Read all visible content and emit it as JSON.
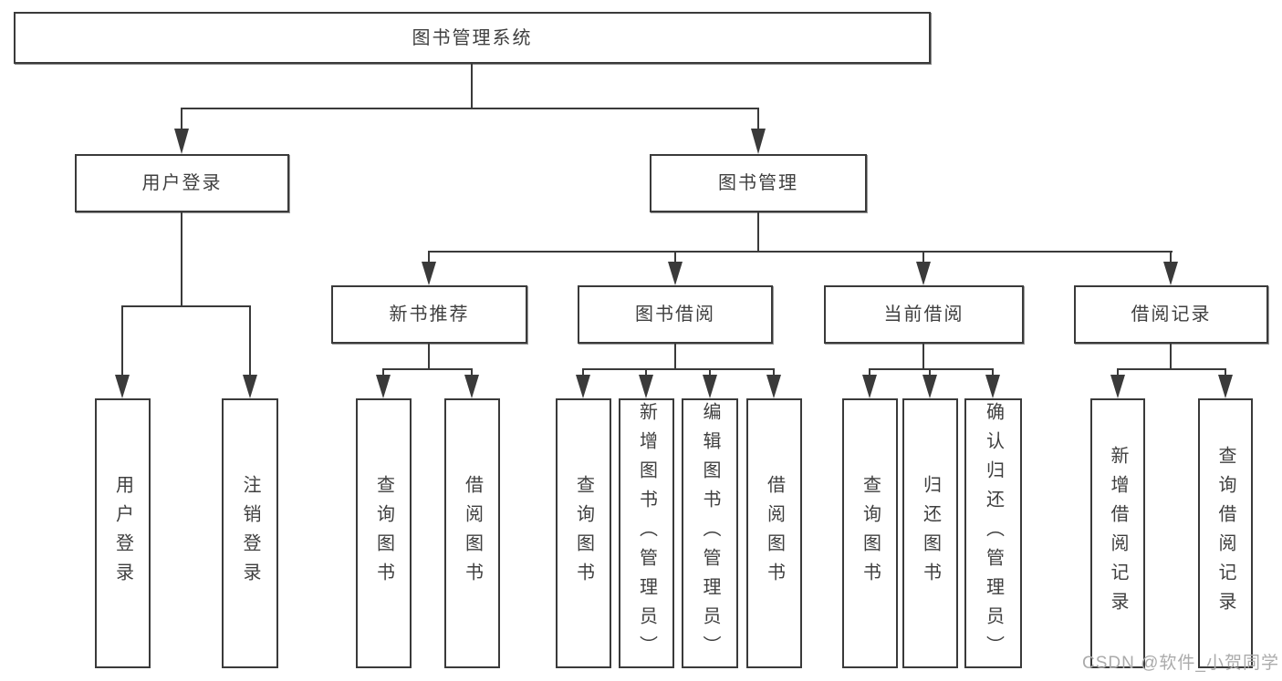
{
  "diagram": {
    "root": {
      "label": "图书管理系统"
    },
    "level2": [
      {
        "label": "用户登录"
      },
      {
        "label": "图书管理"
      }
    ],
    "level3": [
      {
        "label": "新书推荐"
      },
      {
        "label": "图书借阅"
      },
      {
        "label": "当前借阅"
      },
      {
        "label": "借阅记录"
      }
    ],
    "leaves": {
      "user": [
        "用户登录",
        "注销登录"
      ],
      "newbook": [
        "查询图书",
        "借阅图书"
      ],
      "borrow": [
        "查询图书",
        "新增图书（管理员）",
        "编辑图书（管理员）",
        "借阅图书"
      ],
      "current": [
        "查询图书",
        "归还图书",
        "确认归还（管理员）"
      ],
      "records": [
        "新增借阅记录",
        "查询借阅记录"
      ]
    }
  },
  "watermark": {
    "text": "CSDN @软件_小贺同学"
  },
  "colors": {
    "line": "#3a3a3a",
    "box_border": "#3a3a3a",
    "text": "#3f3f3f",
    "watermark": "#ababab",
    "background": "#ffffff"
  }
}
